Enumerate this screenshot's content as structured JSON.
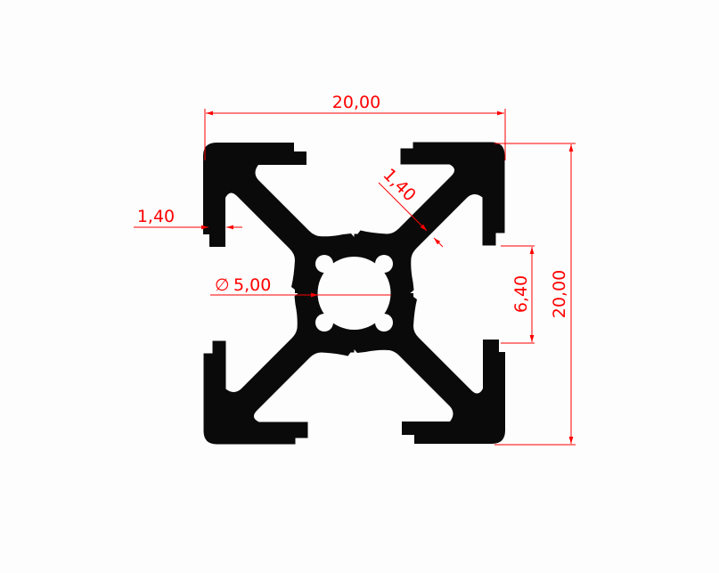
{
  "drawing": {
    "profile_color": "#0a0a0a",
    "dimension_color": "#ff0000",
    "dimensions": {
      "overall_width": "20,00",
      "overall_height": "20,00",
      "slot_opening": "6,40",
      "wall_thickness_left": "1,40",
      "wall_thickness_diagonal": "1,40",
      "center_bore": "5,00",
      "diameter_symbol": "∅"
    }
  }
}
